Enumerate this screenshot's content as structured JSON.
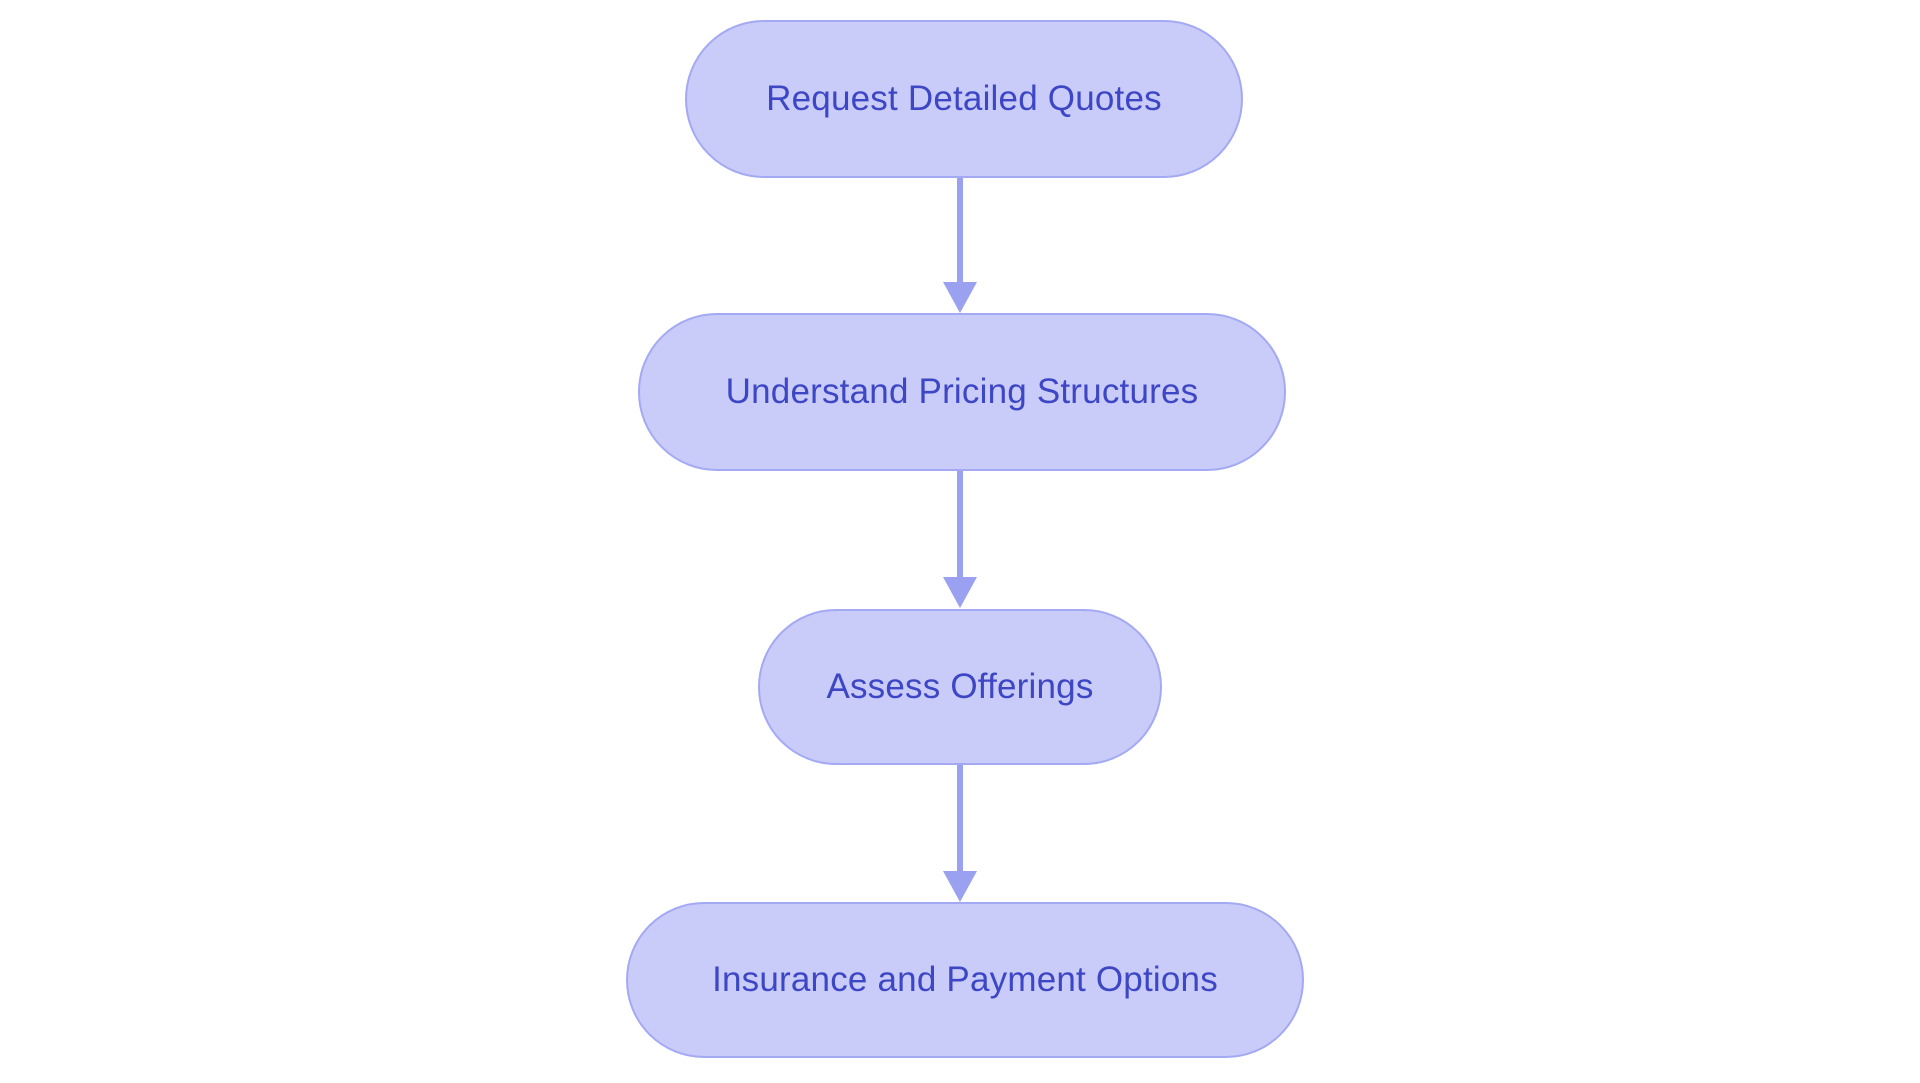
{
  "diagram": {
    "type": "flowchart",
    "direction": "top-down",
    "colors": {
      "background": "#ffffff",
      "node_fill": "#c9ccf8",
      "node_border": "#a4a9f3",
      "node_text": "#3d46c4",
      "arrow": "#9aa1f1"
    },
    "nodes": [
      {
        "id": "n1",
        "label": "Request Detailed Quotes"
      },
      {
        "id": "n2",
        "label": "Understand Pricing Structures"
      },
      {
        "id": "n3",
        "label": "Assess Offerings"
      },
      {
        "id": "n4",
        "label": "Insurance and Payment Options"
      }
    ],
    "edges": [
      {
        "from": "n1",
        "to": "n2",
        "style": "arrow-down"
      },
      {
        "from": "n2",
        "to": "n3",
        "style": "arrow-down"
      },
      {
        "from": "n3",
        "to": "n4",
        "style": "arrow-down"
      }
    ]
  }
}
